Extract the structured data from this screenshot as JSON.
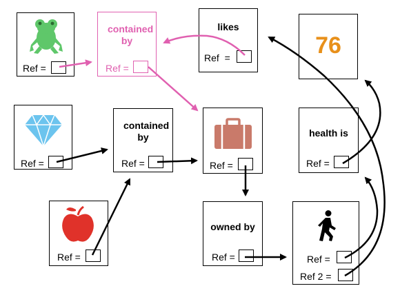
{
  "colors": {
    "pink": "#e060b0",
    "number": "#e8901a",
    "frog": "#5fc76a",
    "diamond": "#6cc4ee",
    "apple": "#e0322a",
    "suitcase": "#c97a6a"
  },
  "boxes": {
    "frog": {
      "ref": "Ref =",
      "icon": "frog-icon"
    },
    "contained1": {
      "title": "contained by",
      "ref": "Ref ="
    },
    "likes": {
      "title": "likes",
      "ref": "Ref  ="
    },
    "number": {
      "value": "76"
    },
    "diamond": {
      "ref": "Ref =",
      "icon": "diamond-icon"
    },
    "contained2": {
      "title": "contained by",
      "ref": "Ref ="
    },
    "suitcase": {
      "ref": "Ref =",
      "icon": "suitcase-icon"
    },
    "health": {
      "title": "health is",
      "ref": "Ref ="
    },
    "apple": {
      "ref": "Ref =",
      "icon": "apple-icon"
    },
    "owned": {
      "title": "owned by",
      "ref": "Ref ="
    },
    "person": {
      "ref": "Ref =",
      "ref2": "Ref 2 =",
      "icon": "walking-person-icon"
    }
  }
}
